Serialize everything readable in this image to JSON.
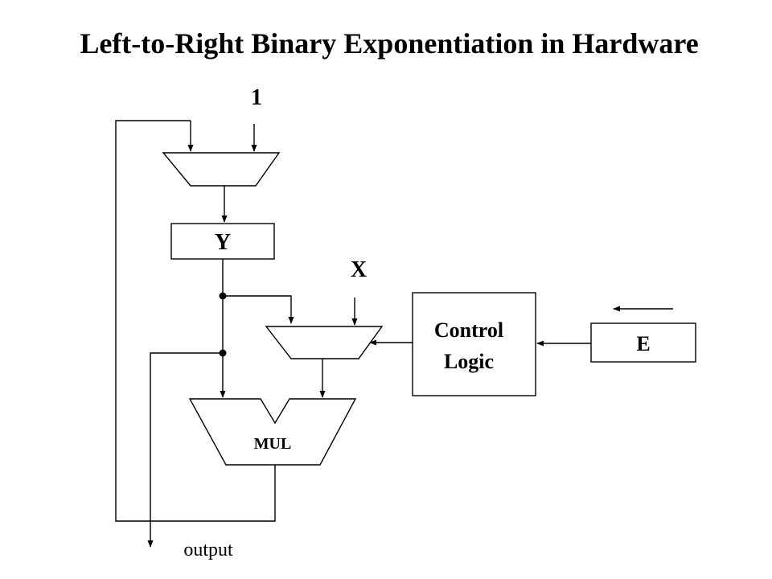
{
  "title": "Left-to-Right Binary Exponentiation in Hardware",
  "labels": {
    "const_one": "1",
    "register_y": "Y",
    "input_x": "X",
    "control_line1": "Control",
    "control_line2": "Logic",
    "register_e": "E",
    "multiplier": "MUL",
    "output": "output"
  }
}
